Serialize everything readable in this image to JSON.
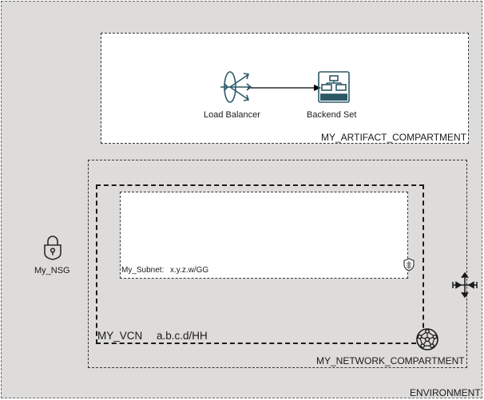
{
  "containers": {
    "environment": "ENVIRONMENT",
    "artifact_compartment": "MY_ARTIFACT_COMPARTMENT",
    "network_compartment": "MY_NETWORK_COMPARTMENT",
    "vcn": {
      "name": "MY_VCN",
      "cidr": "a.b.c.d/HH"
    },
    "subnet": {
      "name": "My_Subnet:",
      "cidr": "x.y.z.w/GG"
    }
  },
  "nodes": {
    "load_balancer": "Load Balancer",
    "backend_set": "Backend Set",
    "nsg": "My_NSG"
  },
  "icons": {
    "load_balancer": "load-balancer-icon",
    "backend_set": "backend-set-icon",
    "nsg": "padlock-icon",
    "subnet": "shield-icon",
    "vcn": "network-hub-icon",
    "router": "router-icon"
  },
  "colors": {
    "icon_primary": "#2d5967",
    "background": "#dedcda"
  }
}
